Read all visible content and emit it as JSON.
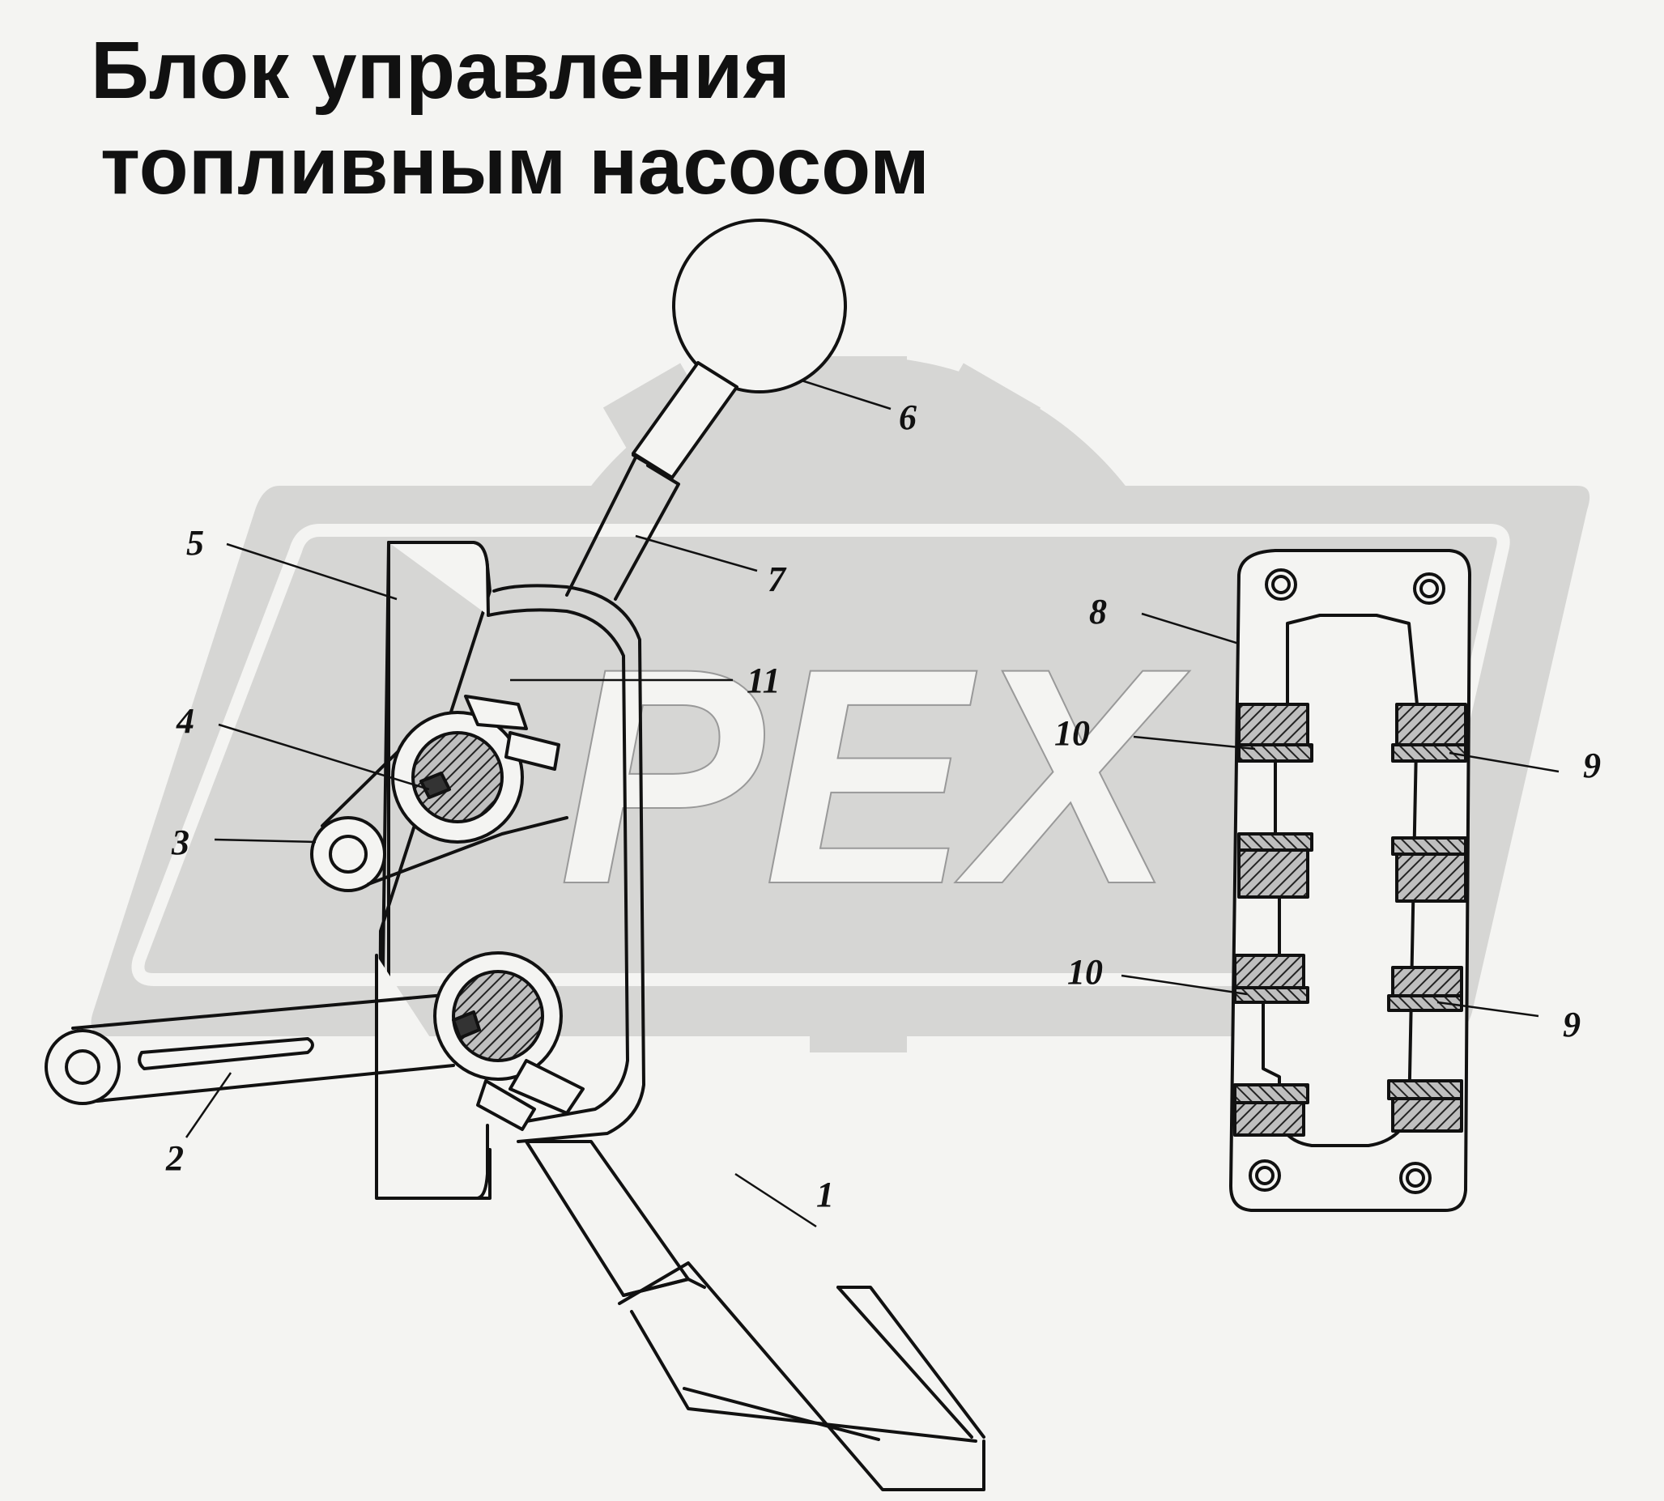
{
  "title": {
    "line1": "Блок управления",
    "line2": "топливным насосом"
  },
  "watermark": {
    "text": "PEX",
    "color": "#d6d6d4",
    "icon": "gear-icon"
  },
  "callouts": {
    "c1": "1",
    "c2": "2",
    "c3": "3",
    "c4": "4",
    "c5": "5",
    "c6": "6",
    "c7": "7",
    "c8": "8",
    "c9a": "9",
    "c9b": "9",
    "c10a": "10",
    "c10b": "10",
    "c11": "11"
  },
  "colors": {
    "line": "#111111",
    "background": "#f4f4f2",
    "hatch": "#1a1a1a"
  }
}
